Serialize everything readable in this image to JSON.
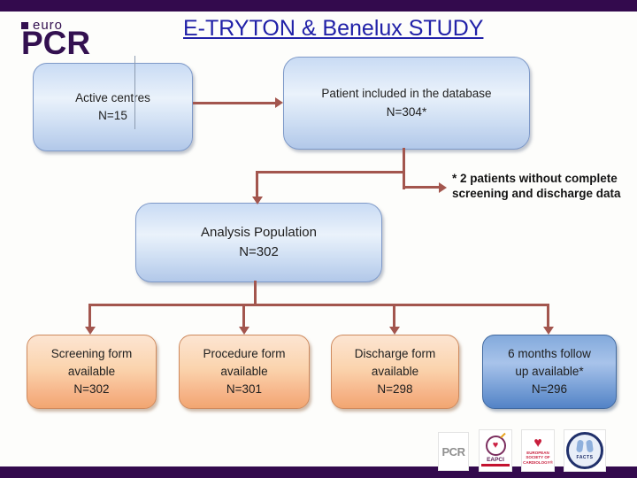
{
  "title": "E-TRYTON & Benelux STUDY",
  "logo": {
    "top": "euro",
    "main": "PCR"
  },
  "colors": {
    "band_purple": "#330A4D",
    "title_blue": "#2121A8",
    "arrow_brown": "#A3564E",
    "box_blue_light": "#C9DBF4",
    "box_orange": "#F6B488",
    "box_blue_mid": "#6F9BD4"
  },
  "boxes": {
    "active": {
      "lines": [
        "Active centres",
        "N=15"
      ]
    },
    "patient": {
      "lines": [
        "Patient included in the database",
        "N=304*"
      ]
    },
    "analysis": {
      "lines": [
        "Analysis Population",
        "N=302"
      ]
    },
    "screening": {
      "lines": [
        "Screening form",
        "available",
        "N=302"
      ]
    },
    "procedure": {
      "lines": [
        "Procedure form",
        "available",
        "N=301"
      ]
    },
    "discharge": {
      "lines": [
        "Discharge form",
        "available",
        "N=298"
      ]
    },
    "followup": {
      "lines": [
        "6 months follow",
        "up available*",
        "N=296"
      ]
    }
  },
  "annotation": {
    "line1": "* 2 patients without complete",
    "line2": "screening and discharge data"
  },
  "footer": {
    "pcr": "PCR",
    "eapci": "EAPCI",
    "eapci_heart": "♥",
    "esc_heart": "♥",
    "esc": [
      "EUROPEAN",
      "SOCIETY OF",
      "CARDIOLOGY®"
    ],
    "facts": "FACTS"
  }
}
